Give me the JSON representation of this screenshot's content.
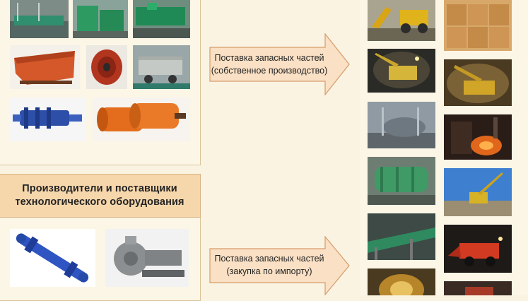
{
  "producers_box": {
    "title_line1": "Производители и поставщики",
    "title_line2": "технологического оборудования"
  },
  "arrows": [
    {
      "line1": "Поставка запасных частей",
      "line2": "(собственное производство)"
    },
    {
      "line1": "Поставка запасных частей",
      "line2": "(закупка по импорту)"
    }
  ],
  "colors": {
    "panel_bg": "#fcf6e6",
    "header_bg": "#f6d7ac",
    "arrow_fill": "#fae0c4",
    "arrow_stroke": "#d59c6b"
  }
}
